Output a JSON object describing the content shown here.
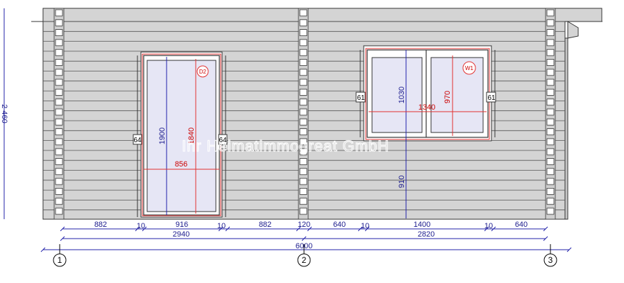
{
  "watermark": "Ihr Heimatimmogreat GmbH",
  "side_height_label": "2 460",
  "door": {
    "tag": "D2",
    "height_blue": "1900",
    "height_red": "1840",
    "width_red": "856",
    "side_left": "64",
    "side_right": "64"
  },
  "window": {
    "tag": "W1",
    "height_blue": "1030",
    "height_red": "970",
    "width_red": "1340",
    "sill_height": "910",
    "side_left": "61",
    "side_right": "61"
  },
  "dimensions_row1": [
    "882",
    "10",
    "916",
    "10",
    "882",
    "120",
    "640",
    "10",
    "1400",
    "10",
    "640"
  ],
  "dimensions_row2": [
    "2940",
    "2820"
  ],
  "dimensions_row3": [
    "6000"
  ],
  "axes": [
    "1",
    "2",
    "3"
  ]
}
